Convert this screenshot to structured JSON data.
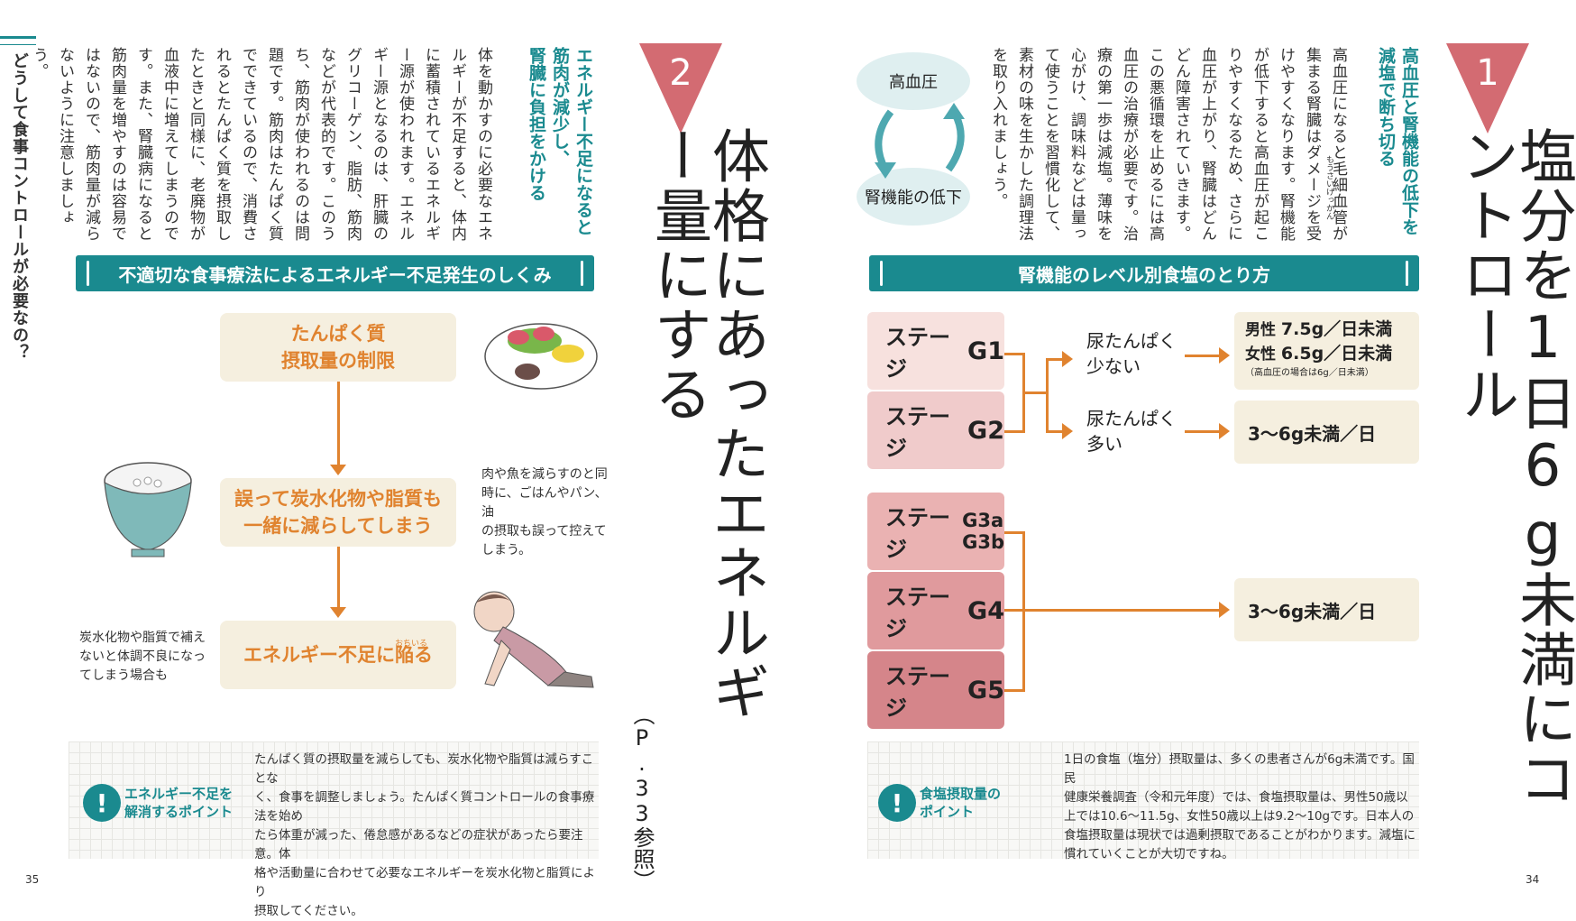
{
  "left_page": {
    "side_tab": "どうして食事コントロールが必要なの？",
    "page_number": "35",
    "badge_number": "2",
    "title": "体格にあったエネルギー量にする",
    "title_ref": "（P.33参照）",
    "subheading": [
      "エネルギー不足になると",
      "筋肉が減少し、",
      "腎臓に負担をかける"
    ],
    "body_text": "体を動かすのに必要なエネルギーが不足すると、体内に蓄積されているエネルギー源が使われます。エネルギー源となるのは、肝臓のグリコーゲン、脂肪、筋肉などが代表的です。このうち、筋肉が使われるのは問題です。筋肉はたんぱく質でできているので、消費されるとたんぱく質を摂取したときと同様に、老廃物が血液中に増えてしまうのです。また、腎臓病になると筋肉量を増やすのは容易ではないので、筋肉量が減らないように注意しましょう。",
    "section_title": "不適切な食事療法によるエネルギー不足発生のしくみ",
    "flow": [
      {
        "lines": [
          "たんぱく質",
          "摂取量の制限"
        ]
      },
      {
        "lines": [
          "誤って炭水化物や脂質も",
          "一緒に減らしてしまう"
        ]
      },
      {
        "lines": [
          "エネルギー不足に陥る"
        ],
        "ruby": "おちいる"
      }
    ],
    "note_right": [
      "肉や魚を減らすのと同",
      "時に、ごはんやパン、油",
      "の摂取も誤って控えて",
      "しまう。"
    ],
    "note_left": [
      "炭水化物や脂質で補え",
      "ないと体調不良になっ",
      "てしまう場合も"
    ],
    "point_label": [
      "エネルギー不足を",
      "解消するポイント"
    ],
    "point_text": [
      "たんぱく質の摂取量を減らしても、炭水化物や脂質は減らすことな",
      "く、食事を調整しましょう。たんぱく質コントロールの食事療法を始め",
      "たら体重が減った、倦怠感があるなどの症状があったら要注意。体",
      "格や活動量に合わせて必要なエネルギーを炭水化物と脂質により",
      "摂取してください。"
    ],
    "illustrations": [
      "salad-plate-illustration",
      "rice-bowl-illustration",
      "tired-person-illustration"
    ]
  },
  "right_page": {
    "page_number": "34",
    "badge_number": "1",
    "title": "塩分を1日6g未満にコントロール",
    "subheading": [
      "高血圧と腎機能の低下を",
      "減塩で断ち切る"
    ],
    "body_text": "高血圧になると毛細血管が集まる腎臓はダメージを受けやすくなります。腎機能が低下すると高血圧が起こりやすくなるため、さらに血圧が上がり、腎臓はどんどん障害されていきます。この悪循環を止めるには高血圧の治療が必要です。治療の第一歩は減塩。薄味を心がけ、調味料などは量って使うことを習慣化して、素材の味を生かした調理法を取り入れましょう。",
    "ruby_note": "もうさいけっかん",
    "cycle": {
      "top": "高血圧",
      "bottom": "腎機能の低下"
    },
    "section_title": "腎機能のレベル別食塩のとり方",
    "stages": [
      {
        "label": "ステージ",
        "grade": "G1"
      },
      {
        "label": "ステージ",
        "grade": "G2"
      },
      {
        "label": "ステージ",
        "grade": "G3a",
        "grade2": "G3b"
      },
      {
        "label": "ステージ",
        "grade": "G4"
      },
      {
        "label": "ステージ",
        "grade": "G5"
      }
    ],
    "urine_low": [
      "尿たんぱく",
      "少ない"
    ],
    "urine_high": [
      "尿たんぱく",
      "多い"
    ],
    "result_low": {
      "male_label": "男性",
      "male_value": "7.5g／日未満",
      "female_label": "女性",
      "female_value": "6.5g／日未満",
      "note": "（高血圧の場合は6g／日未満）"
    },
    "result_high": "3〜6g未満／日",
    "result_g3_g5": "3〜6g未満／日",
    "point_label": [
      "食塩摂取量の",
      "ポイント"
    ],
    "point_text": [
      "1日の食塩（塩分）摂取量は、多くの患者さんが6g未満です。国民",
      "健康栄養調査（令和元年度）では、食塩摂取量は、男性50歳以",
      "上では10.6〜11.5g、女性50歳以上は9.2〜10gです。日本人の",
      "食塩摂取量は現状では過剰摂取であることがわかります。減塩に",
      "慣れていくことが大切ですね。"
    ]
  },
  "colors": {
    "teal": "#1a8a8f",
    "orange": "#e0832f",
    "badge": "#d36b72",
    "cream": "#f5efdf"
  }
}
